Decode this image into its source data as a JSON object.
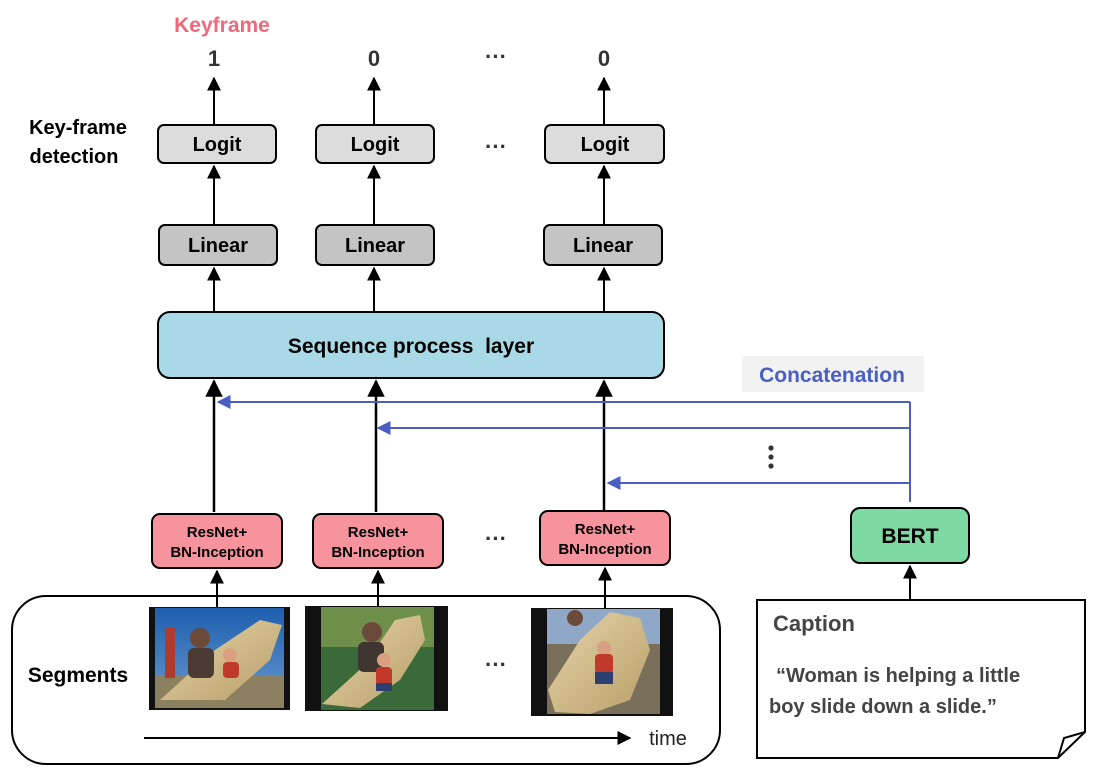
{
  "title": "Keyframe",
  "outputs": [
    "1",
    "0",
    "0"
  ],
  "ellipsis_h": "···",
  "ellipsis_v": "⋮",
  "row_labels": {
    "keyframe_detection_line1": "Key-frame",
    "keyframe_detection_line2": "detection",
    "segments": "Segments"
  },
  "boxes": {
    "logit": "Logit",
    "linear": "Linear",
    "sequence": "Sequence process  layer",
    "resnet_line1": "ResNet+",
    "resnet_line2": "BN-Inception",
    "bert": "BERT"
  },
  "concatenation": "Concatenation",
  "time": "time",
  "caption": {
    "heading": "Caption",
    "text_line1": "“Woman is helping a little",
    "text_line2": "boy slide down a slide.”"
  },
  "colors": {
    "keyframe_title": "#f0697a",
    "logit_fill": "#dcdcdc",
    "linear_fill": "#c4c4c4",
    "sequence_fill": "#a9d9e6",
    "resnet_fill": "#f7939c",
    "bert_fill": "#7fd9a3",
    "concat_blue": "#4a5fc1"
  },
  "icons": [
    "video-frame-1",
    "video-frame-2",
    "video-frame-3"
  ]
}
